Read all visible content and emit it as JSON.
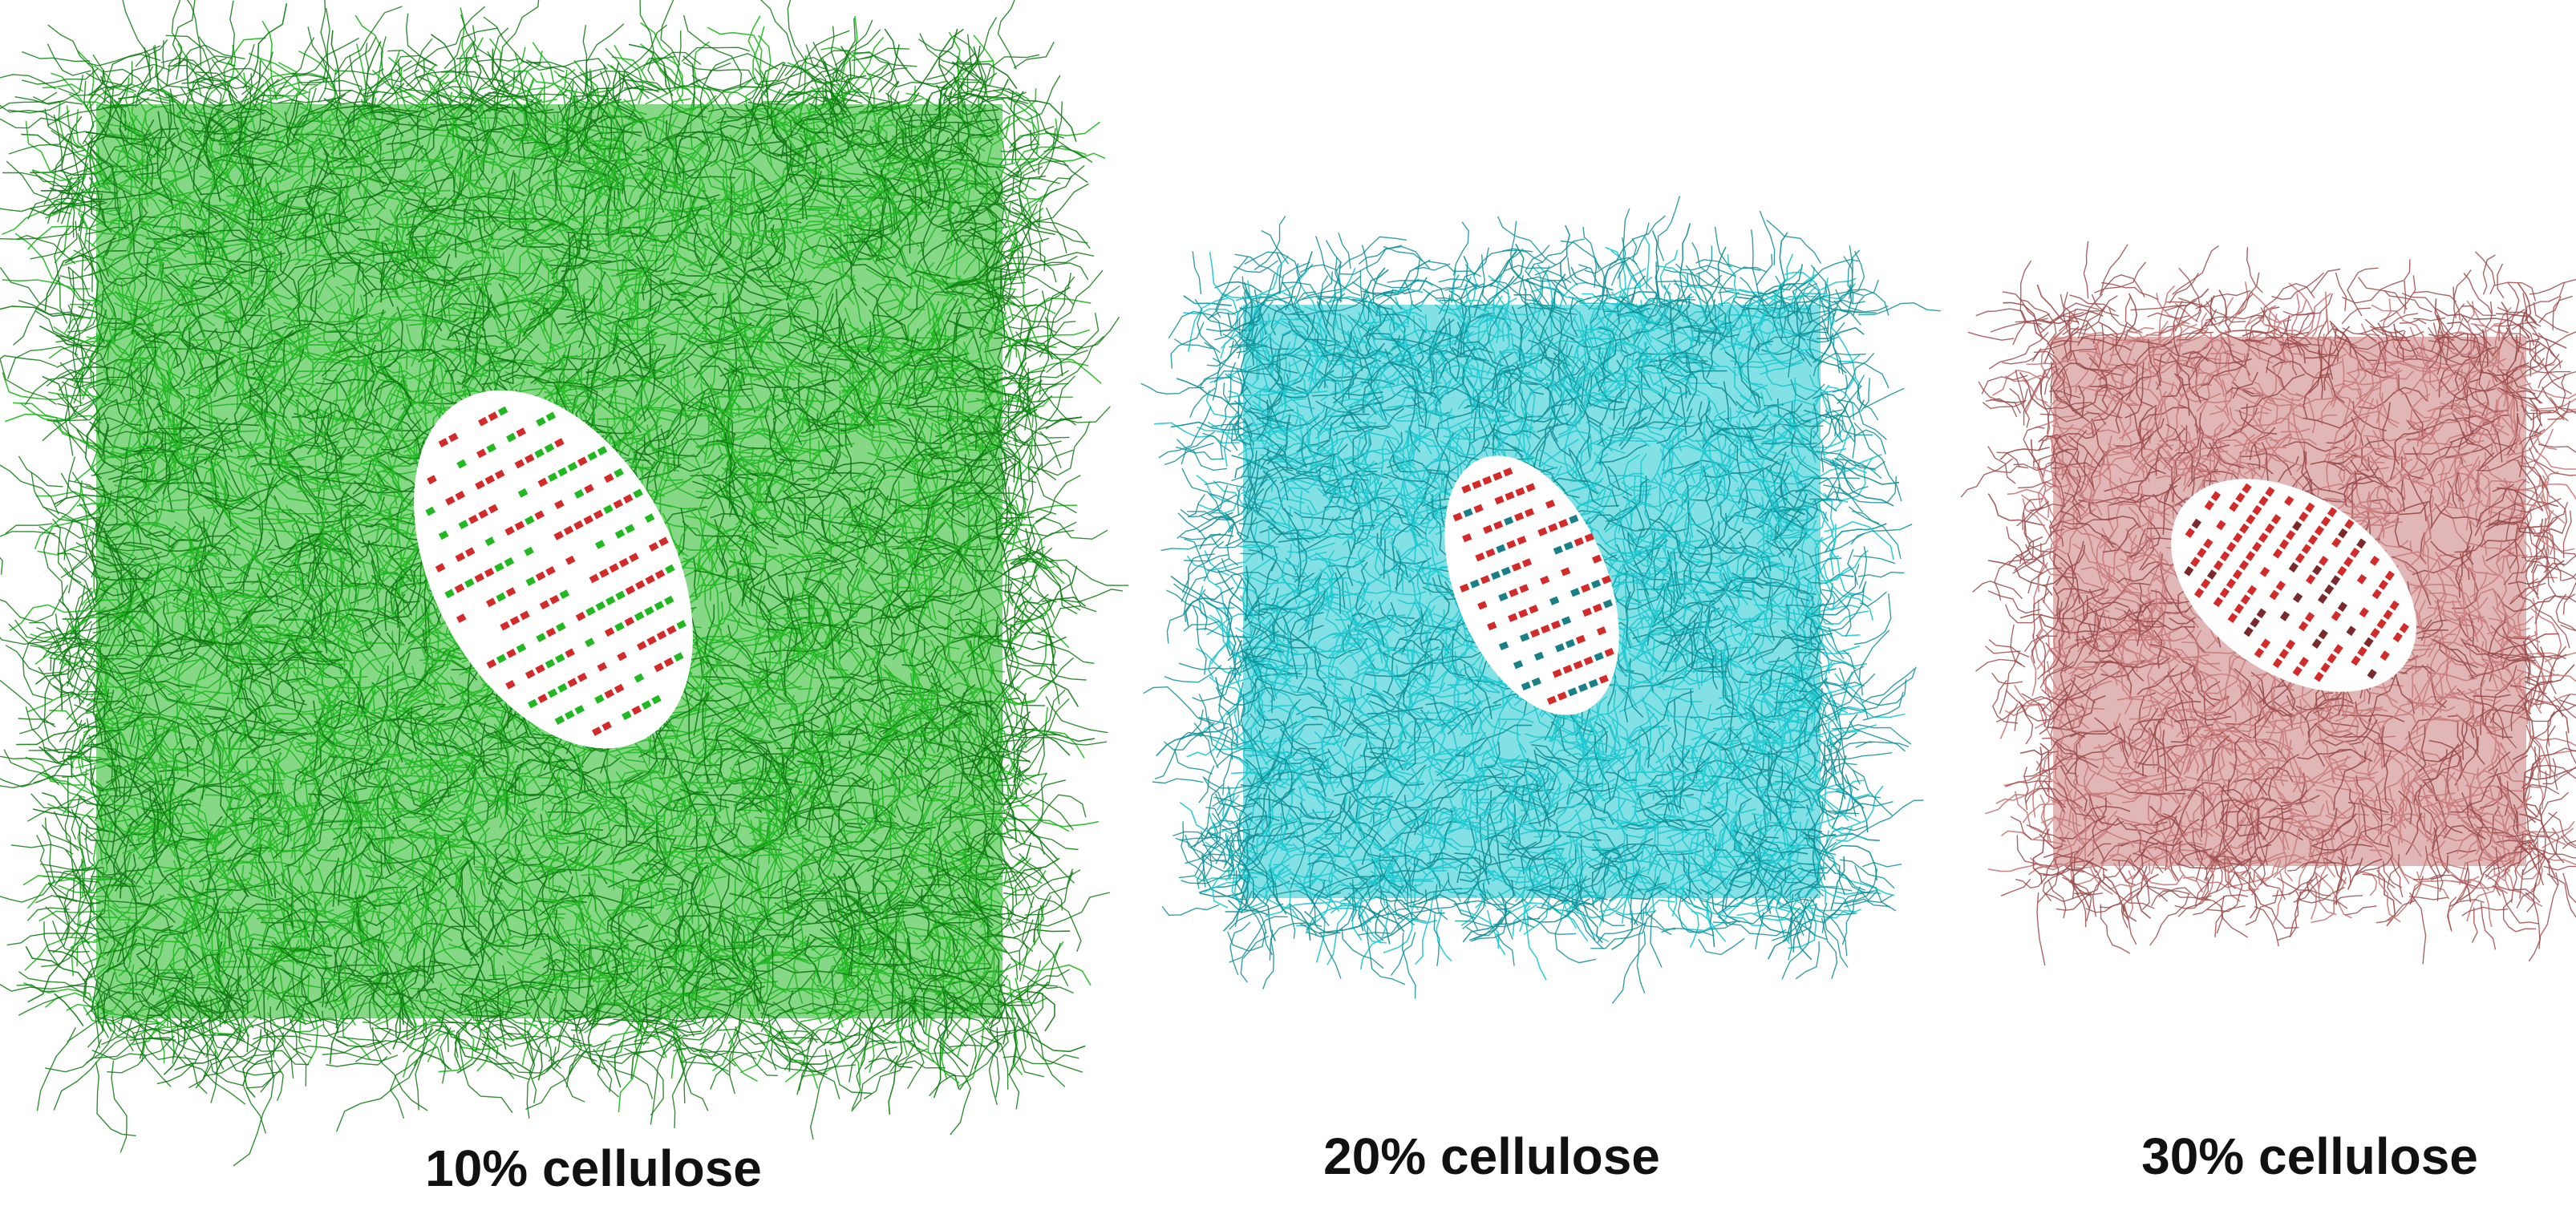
{
  "figure": {
    "panels": [
      {
        "caption": "10% cellulose",
        "matrix_color": "#22b822",
        "matrix_shade": "#0f7a12",
        "crystal_colors": [
          "#ffffff",
          "#d32a2a",
          "#22b822"
        ]
      },
      {
        "caption": "20% cellulose",
        "matrix_color": "#1ec8cf",
        "matrix_shade": "#0f8f96",
        "crystal_colors": [
          "#ffffff",
          "#d32a2a",
          "#1a7f86"
        ]
      },
      {
        "caption": "30% cellulose",
        "matrix_color": "#c97a7a",
        "matrix_shade": "#9b4b4b",
        "crystal_colors": [
          "#ffffff",
          "#d32a2a",
          "#7a2a2a"
        ]
      }
    ]
  }
}
